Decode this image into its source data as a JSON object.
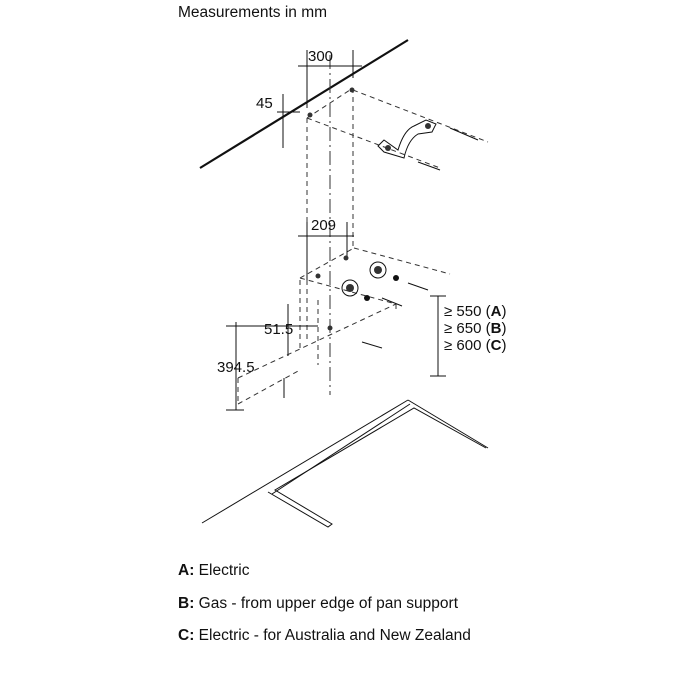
{
  "title": "Measurements in mm",
  "dimensions": {
    "top_width": "300",
    "top_offset": "45",
    "mid_width": "209",
    "side_offset": "51.5",
    "side_height": "394.5"
  },
  "clearances": {
    "a": {
      "prefix": "≥ 550 (",
      "key": "A",
      "suffix": ")"
    },
    "b": {
      "prefix": "≥ 650 (",
      "key": "B",
      "suffix": ")"
    },
    "c": {
      "prefix": "≥ 600 (",
      "key": "C",
      "suffix": ")"
    }
  },
  "legend": [
    {
      "key": "A:",
      "text": " Electric"
    },
    {
      "key": "B:",
      "text": " Gas - from upper edge of pan support"
    },
    {
      "key": "C:",
      "text": " Electric - for Australia and New Zealand"
    }
  ],
  "icons": {
    "bracket": "mounting-bracket-icon",
    "plug": "wall-plug-icon",
    "screw": "screw-icon"
  }
}
